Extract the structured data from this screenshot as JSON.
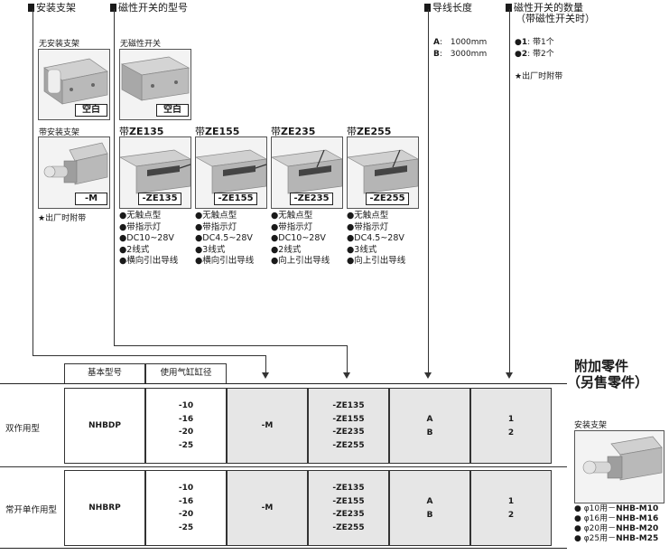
{
  "headers": {
    "mount": "安装支架",
    "switch_model": "磁性开关的型号",
    "lead_length": "导线长度",
    "switch_qty": "磁性开关的数量",
    "switch_qty_sub": "（带磁性开关时）"
  },
  "mount_options": [
    {
      "caption": "无安装支架",
      "tag": "空白"
    },
    {
      "caption": "带安装支架",
      "tag": "-M"
    }
  ],
  "mount_note": "★出厂时附带",
  "no_switch": {
    "caption": "无磁性开关",
    "tag": "空白"
  },
  "switches": [
    {
      "prefix": "带",
      "model": "ZE135",
      "tag": "-ZE135",
      "features": [
        "●无触点型",
        "●带指示灯",
        "●DC10~28V",
        "●2线式",
        "●横向引出导线"
      ]
    },
    {
      "prefix": "带",
      "model": "ZE155",
      "tag": "-ZE155",
      "features": [
        "●无触点型",
        "●带指示灯",
        "●DC4.5~28V",
        "●3线式",
        "●横向引出导线"
      ]
    },
    {
      "prefix": "带",
      "model": "ZE235",
      "tag": "-ZE235",
      "features": [
        "●无触点型",
        "●带指示灯",
        "●DC10~28V",
        "●2线式",
        "●向上引出导线"
      ]
    },
    {
      "prefix": "带",
      "model": "ZE255",
      "tag": "-ZE255",
      "features": [
        "●无触点型",
        "●带指示灯",
        "●DC4.5~28V",
        "●3线式",
        "●向上引出导线"
      ]
    }
  ],
  "lead_options": [
    {
      "code": "A",
      "value": "1000mm"
    },
    {
      "code": "B",
      "value": "3000mm"
    }
  ],
  "qty_options": [
    {
      "code": "●1",
      "value": "带1个"
    },
    {
      "code": "●2",
      "value": "带2个"
    }
  ],
  "qty_note": "★出厂时附带",
  "table": {
    "col_basic": "基本型号",
    "col_bore": "使用气缸缸径",
    "rows": [
      {
        "label": "双作用型",
        "model": "NHBDP",
        "bores": [
          "-10",
          "-16",
          "-20",
          "-25"
        ],
        "mount": "-M",
        "switches": [
          "-ZE135",
          "-ZE155",
          "-ZE235",
          "-ZE255"
        ],
        "leads": [
          "A",
          "B"
        ],
        "qty": [
          "1",
          "2"
        ]
      },
      {
        "label": "常开单作用型",
        "model": "NHBRP",
        "bores": [
          "-10",
          "-16",
          "-20",
          "-25"
        ],
        "mount": "-M",
        "switches": [
          "-ZE135",
          "-ZE155",
          "-ZE235",
          "-ZE255"
        ],
        "leads": [
          "A",
          "B"
        ],
        "qty": [
          "1",
          "2"
        ]
      }
    ]
  },
  "accessory": {
    "title1": "附加零件",
    "title2": "（另售零件）",
    "caption": "安装支架",
    "items": [
      {
        "text": "φ10用－",
        "part": "NHB-M10"
      },
      {
        "text": "φ16用－",
        "part": "NHB-M16"
      },
      {
        "text": "φ20用－",
        "part": "NHB-M20"
      },
      {
        "text": "φ25用－",
        "part": "NHB-M25"
      }
    ]
  }
}
